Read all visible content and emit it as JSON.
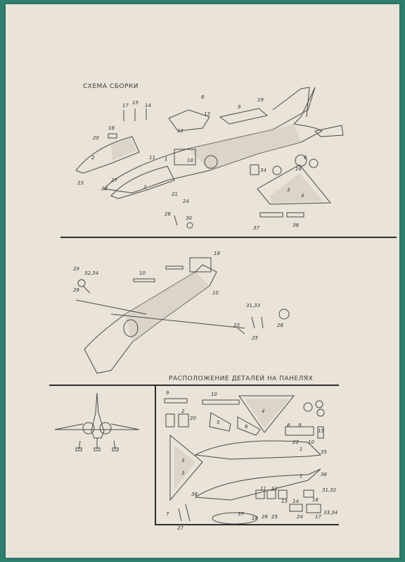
{
  "document": {
    "assembly_heading": "СХЕМА СБОРКИ",
    "panels_heading": "РАСПОЛОЖЕНИЕ ДЕТАЛЕЙ НА ПАНЕЛЯХ"
  },
  "assembly_labels": [
    "1",
    "2",
    "2",
    "3",
    "4",
    "6",
    "8",
    "9",
    "10",
    "11",
    "12",
    "13",
    "14",
    "15",
    "16",
    "17",
    "18",
    "19",
    "20",
    "21",
    "22",
    "23",
    "24",
    "26",
    "27",
    "30",
    "34",
    "37",
    "38"
  ],
  "nose_labels": [
    "10",
    "10",
    "18",
    "23",
    "25",
    "26",
    "28",
    "29",
    "31,33",
    "32,34"
  ],
  "panel_labels": [
    "9",
    "10",
    "2",
    "1",
    "1",
    "3",
    "3",
    "4",
    "5",
    "6",
    "7",
    "8",
    "9",
    "10",
    "11",
    "12",
    "13",
    "14",
    "15",
    "16",
    "17",
    "18",
    "20",
    "22",
    "24",
    "25",
    "26",
    "27",
    "31,32",
    "33,34",
    "35",
    "36",
    "37",
    "38"
  ]
}
